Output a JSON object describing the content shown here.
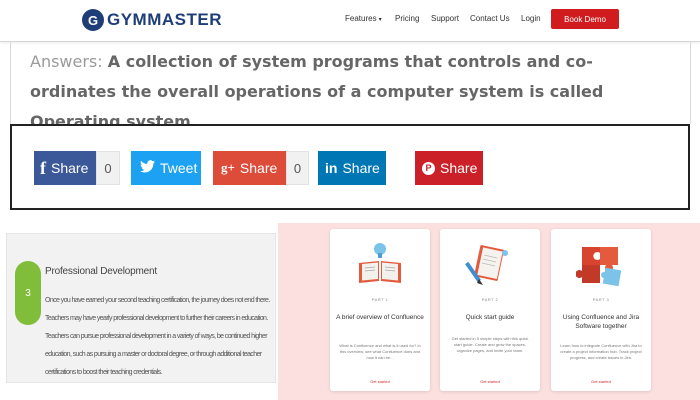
{
  "nav": {
    "logo_text": "GYMMASTER",
    "logo_mark": "G",
    "items": [
      "Features",
      "Pricing",
      "Support",
      "Contact Us",
      "Login"
    ],
    "cta": "Book Demo"
  },
  "answer": {
    "label": "Answers:",
    "text": "A collection of system programs that controls and co-ordinates the overall operations of a computer system is called Operating system."
  },
  "share": {
    "facebook_label": "Share",
    "facebook_count": "0",
    "twitter_label": "Tweet",
    "googleplus_label": "Share",
    "googleplus_count": "0",
    "linkedin_label": "Share",
    "pinterest_label": "Share",
    "colors": {
      "facebook": "#3b5998",
      "twitter": "#1da1f2",
      "googleplus": "#dd4b39",
      "linkedin": "#0077b5",
      "pinterest": "#cb2027"
    }
  },
  "professional": {
    "number": "3",
    "title": "Professional Development",
    "body": "Once you have earned your second teaching certification, the journey does not end there. Teachers may have yearly professional development to further their careers in education. Teachers can pursue professional development in a variety of ways, be continued higher education, such as pursuing a master or doctoral degree, or through additional teacher certifications to boost their teaching credentials."
  },
  "cards": [
    {
      "part": "PART 1",
      "title": "A brief overview of Confluence",
      "description": "What is Confluence and what is it used for? In this overview, see what Confluence does and how it can be...",
      "link": "Get started"
    },
    {
      "part": "PART 2",
      "title": "Quick start guide",
      "description": "Get started in 5 simple steps with this quick start guide. Create and grow the spaces, organize pages, and invite your team.",
      "link": "Get started"
    },
    {
      "part": "PART 3",
      "title": "Using Confluence and Jira Software together",
      "description": "Learn how to integrate Confluence with Jira to create a project information hub. Track project progress, and create issues in Jira.",
      "link": "Get started"
    }
  ],
  "colors": {
    "brand": "#1f3e78",
    "cta": "#d01c1f",
    "step_badge": "#7fbd3a",
    "panel_bg": "#fbe0df"
  }
}
